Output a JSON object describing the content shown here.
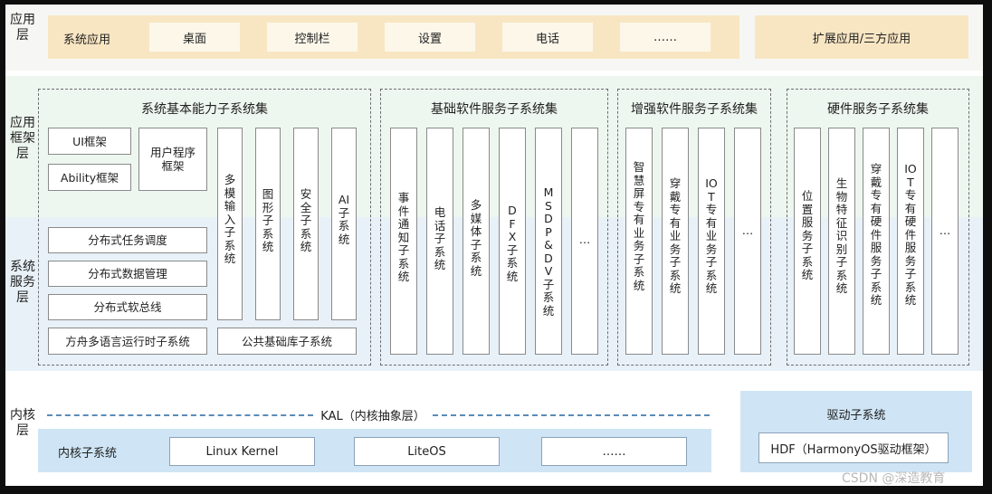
{
  "layers": {
    "app": "应用层",
    "framework": "应用框架层",
    "system": "系统服务层",
    "kernel": "内核层"
  },
  "app_layer": {
    "title": "系统应用",
    "items": [
      "桌面",
      "控制栏",
      "设置",
      "电话",
      "……"
    ],
    "extension": "扩展应用/三方应用"
  },
  "basic": {
    "title": "系统基本能力子系统集",
    "ui": "UI框架",
    "ability": "Ability框架",
    "user_program": "用户程序框架",
    "vertical": [
      "多模输入子系统",
      "图形子系统",
      "安全子系统",
      "AI子系统"
    ],
    "distributed": [
      "分布式任务调度",
      "分布式数据管理",
      "分布式软总线"
    ],
    "runtime": "方舟多语言运行时子系统",
    "common": "公共基础库子系统"
  },
  "software": {
    "title": "基础软件服务子系统集",
    "items": [
      "事件通知子系统",
      "电话子系统",
      "多媒体子系统",
      "DFX子系统",
      "MSDP&DV子系统",
      "…"
    ]
  },
  "enhanced": {
    "title": "增强软件服务子系统集",
    "items": [
      "智慧屏专有业务子系统",
      "穿戴专有业务子系统",
      "IOT专有业务子系统",
      "…"
    ]
  },
  "hardware": {
    "title": "硬件服务子系统集",
    "items": [
      "位置服务子系统",
      "生物特征识别子系统",
      "穿戴专有硬件服务子系统",
      "IOT专有硬件服务子系统",
      "…"
    ]
  },
  "kernel": {
    "kal": "KAL（内核抽象层）",
    "title": "内核子系统",
    "items": [
      "Linux Kernel",
      "LiteOS",
      "……"
    ],
    "driver_title": "驱动子系统",
    "hdf": "HDF（HarmonyOS驱动框架）"
  },
  "watermark": "CSDN @深造教育"
}
